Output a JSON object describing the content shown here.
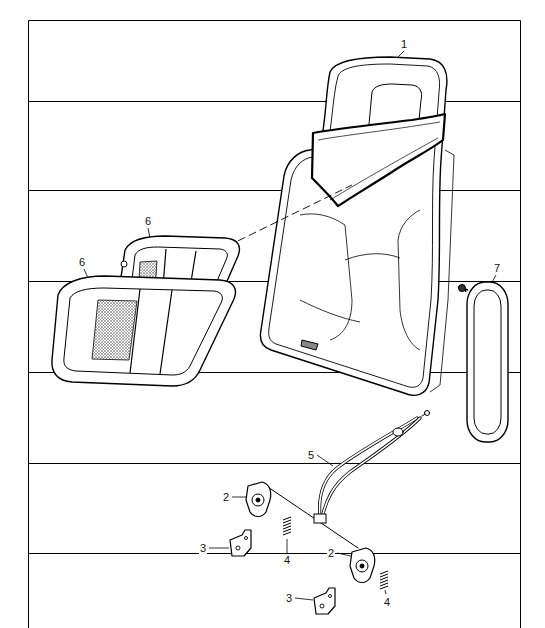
{
  "diagram": {
    "labels": [
      "1",
      "6",
      "6",
      "7",
      "5",
      "2",
      "3",
      "4",
      "2",
      "3",
      "4"
    ]
  }
}
